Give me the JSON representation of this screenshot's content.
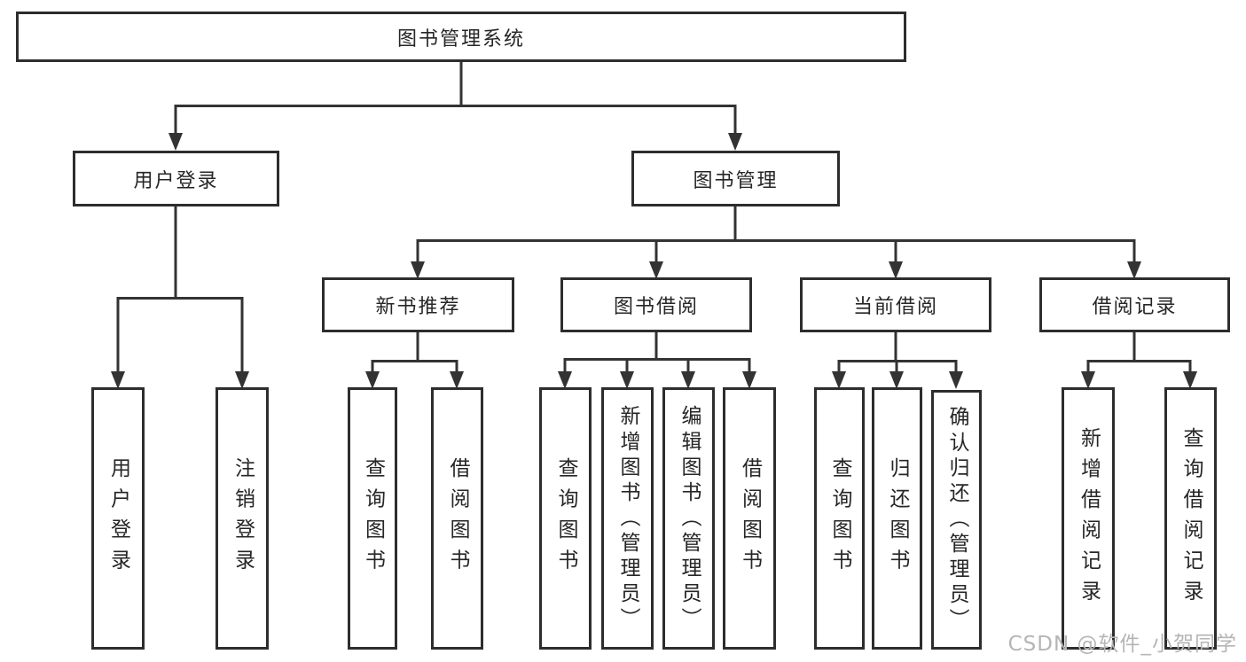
{
  "diagram": {
    "type": "tree",
    "root": {
      "label": "图书管理系统"
    },
    "branches": [
      {
        "label": "用户登录",
        "children": [
          {
            "label": "用户登录"
          },
          {
            "label": "注销登录"
          }
        ]
      },
      {
        "label": "图书管理",
        "children": [
          {
            "label": "新书推荐",
            "children": [
              {
                "label": "查询图书"
              },
              {
                "label": "借阅图书"
              }
            ]
          },
          {
            "label": "图书借阅",
            "children": [
              {
                "label": "查询图书"
              },
              {
                "label": "新增图书（管理员）"
              },
              {
                "label": "编辑图书（管理员）"
              },
              {
                "label": "借阅图书"
              }
            ]
          },
          {
            "label": "当前借阅",
            "children": [
              {
                "label": "查询图书"
              },
              {
                "label": "归还图书"
              },
              {
                "label": "确认归还（管理员）"
              }
            ]
          },
          {
            "label": "借阅记录",
            "children": [
              {
                "label": "新增借阅记录"
              },
              {
                "label": "查询借阅记录"
              }
            ]
          }
        ]
      }
    ],
    "watermark": "CSDN @软件_小贺同学",
    "colors": {
      "line": "#333333",
      "box_border": "#2d2d2d",
      "text": "#262626",
      "watermark": "#b5b5b5",
      "background": "#ffffff"
    }
  }
}
